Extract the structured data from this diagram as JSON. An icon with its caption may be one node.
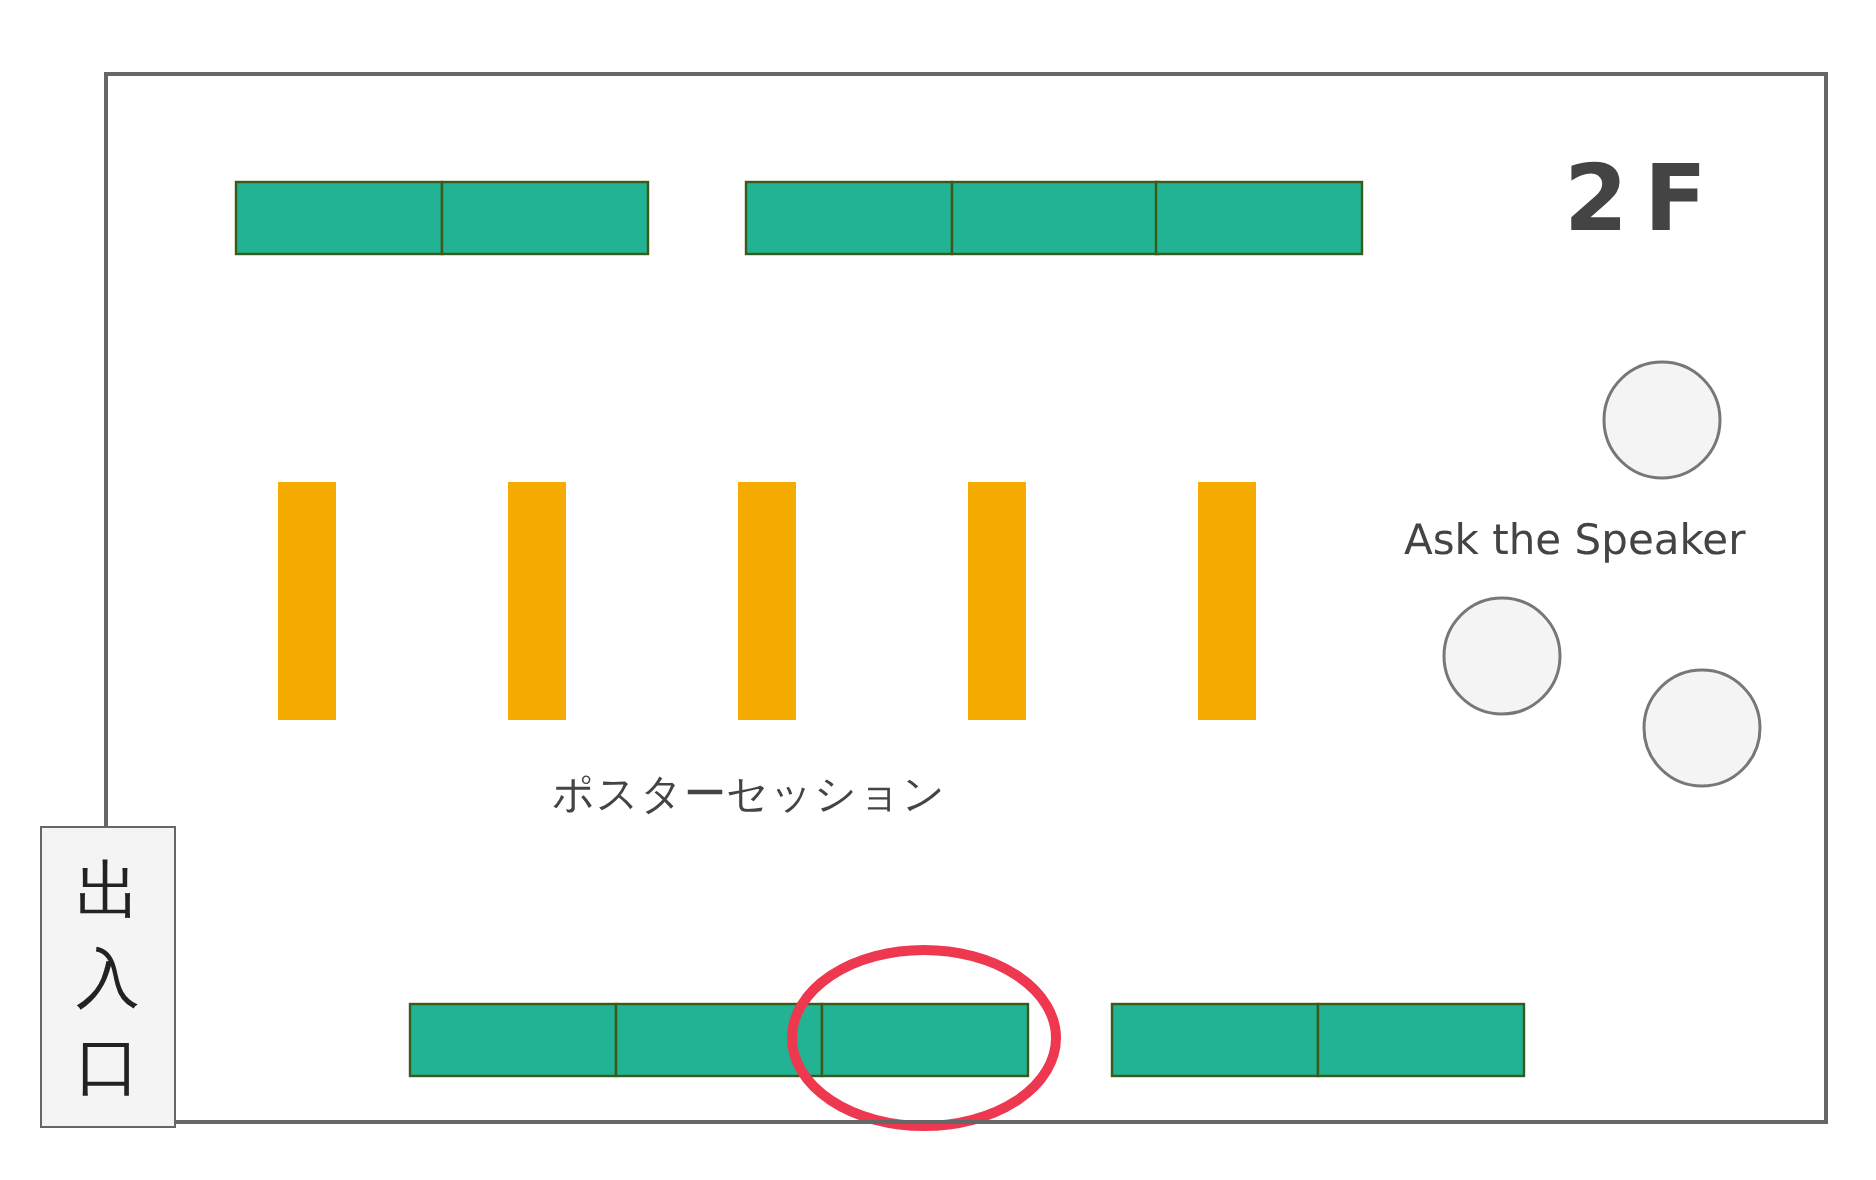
{
  "diagram": {
    "nodes": [
      {
        "text": [
          "2F"
        ]
      },
      {
        "text": [
          "出入口"
        ]
      }
    ],
    "labels": [
      "Ask the Speaker",
      "ポスターセッション"
    ]
  }
}
